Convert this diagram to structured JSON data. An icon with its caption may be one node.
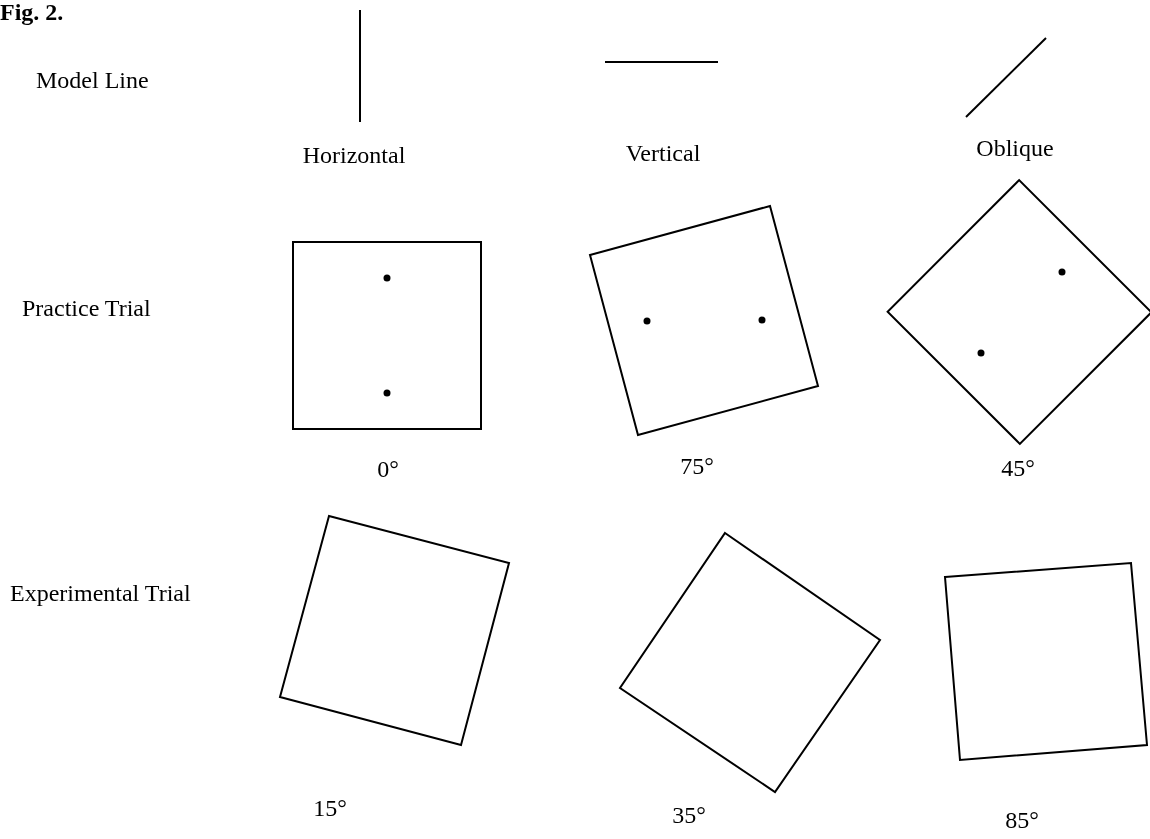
{
  "diagram": {
    "title": "Fig. 2.",
    "nodes": [
      {
        "text": [],
        "shape": "box",
        "beside": [
          "0°"
        ]
      },
      {
        "text": [],
        "shape": "box",
        "beside": [
          "75°"
        ]
      },
      {
        "text": [],
        "shape": "diamond",
        "beside": [
          "45°"
        ]
      },
      {
        "text": [],
        "shape": "box",
        "beside": [
          "15°"
        ]
      },
      {
        "text": [],
        "shape": "box",
        "beside": [
          "35°"
        ]
      },
      {
        "text": [],
        "shape": "box",
        "beside": [
          "85°"
        ]
      }
    ],
    "labels": [
      "Model Line",
      "Horizontal",
      "Vertical",
      "Oblique",
      "Practice Trial",
      "Experimental Trial"
    ]
  }
}
